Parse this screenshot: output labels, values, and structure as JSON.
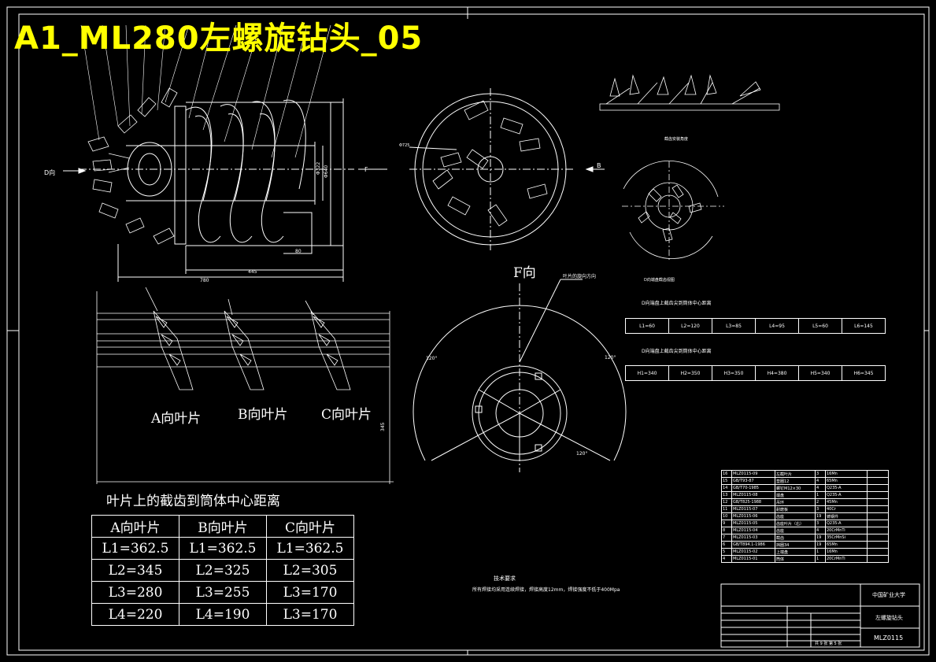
{
  "drawing": {
    "title": "A1_ML280左螺旋钻头_05",
    "view_d": "D向",
    "view_f_small": "F",
    "view_b": "B",
    "view_f": "F向",
    "dim_780": "780",
    "dim_445": "445",
    "dim_80": "80",
    "dim_d322": "Φ322",
    "dim_d640": "Φ640",
    "dim_d725": "Φ725",
    "dim_345": "345",
    "angle_120": "120°",
    "label_a": "A向叶片",
    "label_b": "B向叶片",
    "label_c": "C向叶片",
    "blade_arrow_note": "叶片的旋向方向",
    "cutter_note": "截齿安装角度"
  },
  "pick_table": {
    "heading": "叶片上的截齿到筒体中心距离",
    "headers": [
      "A向叶片",
      "B向叶片",
      "C向叶片"
    ],
    "rows": [
      [
        "L1=362.5",
        "L1=362.5",
        "L1=362.5"
      ],
      [
        "L2=345",
        "L2=325",
        "L2=305"
      ],
      [
        "L3=280",
        "L3=255",
        "L3=170"
      ],
      [
        "L4=220",
        "L4=190",
        "L3=170"
      ]
    ]
  },
  "dist_table_1": {
    "heading": "D向端盘上截齿尖到筒体中心距离",
    "cells": [
      "L1=60",
      "L2=120",
      "L3=85",
      "L4=95",
      "L5=60",
      "L6=145"
    ]
  },
  "dist_table_2": {
    "heading": "D向端盘上截齿尖到筒体中心距离",
    "cells": [
      "H1=340",
      "H2=350",
      "H3=350",
      "H4=380",
      "H5=340",
      "H6=345"
    ]
  },
  "end_view_caption": "D向端盘截齿视图",
  "tech_req": {
    "heading": "技术要求",
    "line": "所有焊接均采用连续焊接，焊接高度12mm，焊接强度不低于400Mpa"
  },
  "title_block": {
    "school": "中国矿业大学",
    "part_name": "左螺旋钻头",
    "drawing_no": "MLZ0115",
    "sheet": "共 9 张 第 5 张"
  },
  "bom": [
    [
      "16",
      "MLZ0115-09",
      "左截叶片",
      "3",
      "16Mn"
    ],
    [
      "15",
      "GB/T93-87",
      "垫圈12",
      "4",
      "65Mn"
    ],
    [
      "14",
      "GB/T70-1985",
      "螺钉M12×30",
      "4",
      "Q235-A"
    ],
    [
      "13",
      "MLZ0115-08",
      "端盘",
      "1",
      "Q235-A"
    ],
    [
      "12",
      "GB/T825-1988",
      "吊环",
      "2",
      "45Mn"
    ],
    [
      "11",
      "MLZ0115-07",
      "耐磨板",
      "3",
      "40Cr"
    ],
    [
      "10",
      "MLZ0115-06",
      "齿座",
      "19",
      "铸钢件"
    ],
    [
      "9",
      "MLZ0115-05",
      "齿座叶片（右）",
      "3",
      "Q235-A"
    ],
    [
      "8",
      "MLZ0115-04",
      "齿座",
      "4",
      "20CrMnTi"
    ],
    [
      "7",
      "MLZ0115-03",
      "截齿",
      "19",
      "35CrMnSi"
    ],
    [
      "6",
      "GB/T894.1-1986",
      "挡圈34",
      "19",
      "65Mn"
    ],
    [
      "5",
      "MLZ0115-02",
      "上端盘",
      "1",
      "16Mn"
    ],
    [
      "4",
      "MLZ0115-01",
      "筒体",
      "1",
      "20CrMnTi"
    ]
  ]
}
